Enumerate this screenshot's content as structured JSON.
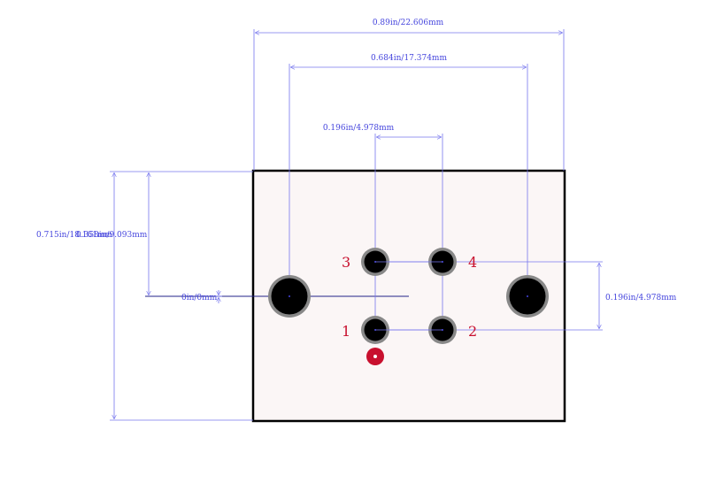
{
  "colors": {
    "background": "#ffffff",
    "outline": "#000000",
    "dimension": "#4444dd",
    "pad_ring": "#888888",
    "pad_fill": "#000000",
    "pin_label": "#c8102e",
    "pin1_marker": "#c8102e",
    "body_tint": "#fbf6f6"
  },
  "dimensions": {
    "overall_width": "0.89in/22.606mm",
    "mount_hole_span": "0.684in/17.374mm",
    "pin_pitch_x": "0.196in/4.978mm",
    "overall_height": "0.715in/18.161mm",
    "half_height": "0.358in/9.093mm",
    "origin_offset": "0in/0mm",
    "pin_pitch_y": "0.196in/4.978mm"
  },
  "pins": [
    {
      "label": "1"
    },
    {
      "label": "2"
    },
    {
      "label": "3"
    },
    {
      "label": "4"
    }
  ]
}
